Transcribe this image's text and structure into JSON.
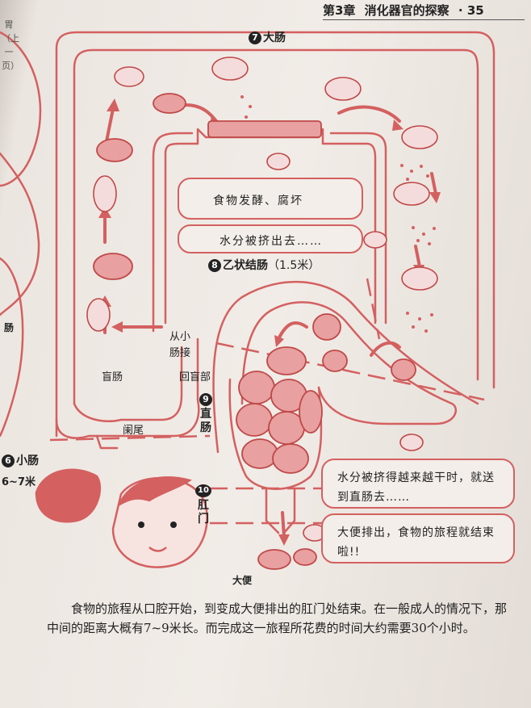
{
  "header": {
    "chapter": "第3章",
    "title": "消化器官的探察",
    "page_number": "· 35"
  },
  "sections": {
    "large_intestine": {
      "number": "7",
      "label": "大肠"
    },
    "sigmoid_colon": {
      "number": "8",
      "label": "乙状结肠",
      "length": "（1.5米）"
    },
    "rectum": {
      "number": "9",
      "label": "直肠"
    },
    "anus": {
      "number": "10",
      "label": "肛门"
    },
    "small_intestine": {
      "number": "6",
      "label": "小肠",
      "length": "6~7米"
    }
  },
  "labels": {
    "from_small_intestine": "从小肠接",
    "cecum": "盲肠",
    "ileocecal": "回盲部",
    "appendix": "阑尾",
    "stool": "大便",
    "left_margin_top": "胃（上一页）",
    "left_margin_mid": "肠"
  },
  "boxes": {
    "ferment": "食物发酵、腐坏",
    "squeeze": "水分被挤出去……",
    "dry": "水分被挤得越来越干时，就送到直肠去……",
    "excrete": "大便排出，食物的旅程就结束啦!!"
  },
  "paragraph": "食物的旅程从口腔开始，到变成大便排出的肛门处结束。在一般成人的情况下，那中间的距离大概有7~9米长。而完成这一旅程所花费的时间大约需要30个小时。",
  "colors": {
    "illustration_red": "#d46060",
    "ink": "#222222",
    "paper": "#f1ece7"
  }
}
